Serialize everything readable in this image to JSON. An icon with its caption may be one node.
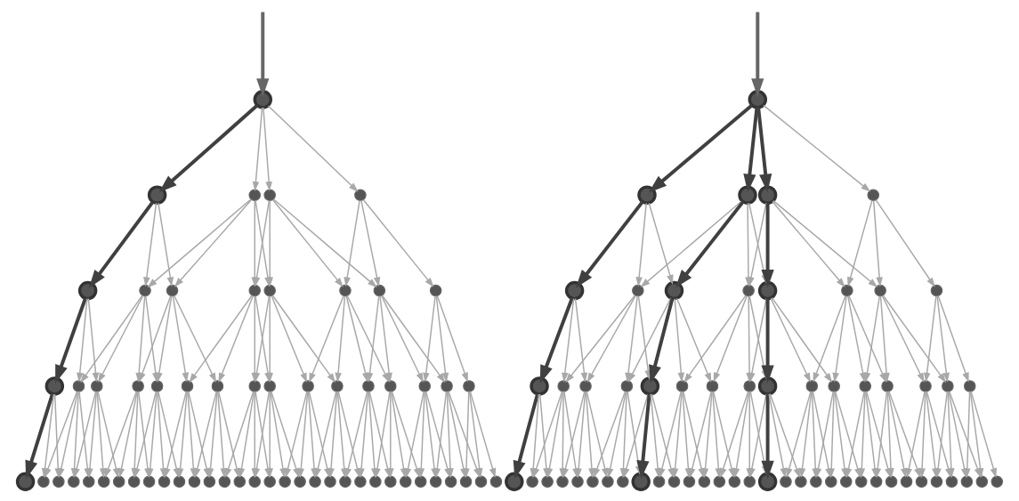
{
  "diagram": {
    "nodes": [
      {
        "text": [],
        "shape": "circle"
      },
      {
        "text": [],
        "shape": "circle"
      },
      {
        "text": [],
        "shape": "circle"
      },
      {
        "text": [],
        "shape": "circle"
      },
      {
        "text": [],
        "shape": "circle"
      },
      {
        "text": [],
        "shape": "circle"
      },
      {
        "text": [],
        "shape": "circle"
      },
      {
        "text": [],
        "shape": "circle"
      },
      {
        "text": [],
        "shape": "circle"
      },
      {
        "text": [],
        "shape": "circle"
      },
      {
        "text": [],
        "shape": "circle"
      },
      {
        "text": [],
        "shape": "circle"
      },
      {
        "text": [],
        "shape": "circle"
      },
      {
        "text": [],
        "shape": "circle"
      },
      {
        "text": [],
        "shape": "circle"
      },
      {
        "text": [],
        "shape": "circle"
      },
      {
        "text": [],
        "shape": "circle"
      },
      {
        "text": [],
        "shape": "circle"
      },
      {
        "text": [],
        "shape": "circle"
      },
      {
        "text": [],
        "shape": "circle"
      },
      {
        "text": [],
        "shape": "circle"
      },
      {
        "text": [],
        "shape": "circle"
      },
      {
        "text": [],
        "shape": "circle"
      },
      {
        "text": [],
        "shape": "circle"
      },
      {
        "text": [],
        "shape": "circle"
      },
      {
        "text": [],
        "shape": "circle"
      },
      {
        "text": [],
        "shape": "circle"
      },
      {
        "text": [],
        "shape": "circle"
      },
      {
        "text": [],
        "shape": "circle"
      },
      {
        "text": [],
        "shape": "circle"
      },
      {
        "text": [],
        "shape": "circle"
      },
      {
        "text": [],
        "shape": "circle"
      },
      {
        "text": [],
        "shape": "circle"
      },
      {
        "text": [],
        "shape": "circle"
      },
      {
        "text": [],
        "shape": "circle"
      },
      {
        "text": [],
        "shape": "circle"
      },
      {
        "text": [],
        "shape": "circle"
      },
      {
        "text": [],
        "shape": "circle"
      },
      {
        "text": [],
        "shape": "circle"
      },
      {
        "text": [],
        "shape": "circle"
      },
      {
        "text": [],
        "shape": "circle"
      },
      {
        "text": [],
        "shape": "circle"
      },
      {
        "text": [],
        "shape": "circle"
      },
      {
        "text": [],
        "shape": "circle"
      },
      {
        "text": [],
        "shape": "circle"
      },
      {
        "text": [],
        "shape": "circle"
      },
      {
        "text": [],
        "shape": "circle"
      },
      {
        "text": [],
        "shape": "circle"
      },
      {
        "text": [],
        "shape": "circle"
      },
      {
        "text": [],
        "shape": "circle"
      },
      {
        "text": [],
        "shape": "circle"
      },
      {
        "text": [],
        "shape": "circle"
      },
      {
        "text": [],
        "shape": "circle"
      },
      {
        "text": [],
        "shape": "circle"
      },
      {
        "text": [],
        "shape": "circle"
      },
      {
        "text": [],
        "shape": "circle"
      },
      {
        "text": [],
        "shape": "circle"
      },
      {
        "text": [],
        "shape": "circle"
      },
      {
        "text": [],
        "shape": "circle"
      },
      {
        "text": [],
        "shape": "circle"
      },
      {
        "text": [],
        "shape": "circle"
      },
      {
        "text": [],
        "shape": "circle"
      },
      {
        "text": [],
        "shape": "circle"
      },
      {
        "text": [],
        "shape": "circle"
      },
      {
        "text": [],
        "shape": "circle"
      },
      {
        "text": [],
        "shape": "circle"
      },
      {
        "text": [],
        "shape": "circle"
      },
      {
        "text": [],
        "shape": "circle"
      },
      {
        "text": [],
        "shape": "circle"
      },
      {
        "text": [],
        "shape": "circle"
      },
      {
        "text": [],
        "shape": "circle"
      },
      {
        "text": [],
        "shape": "circle"
      },
      {
        "text": [],
        "shape": "circle"
      },
      {
        "text": [],
        "shape": "circle"
      },
      {
        "text": [],
        "shape": "circle"
      },
      {
        "text": [],
        "shape": "circle"
      },
      {
        "text": [],
        "shape": "circle"
      },
      {
        "text": [],
        "shape": "circle"
      },
      {
        "text": [],
        "shape": "circle"
      },
      {
        "text": [],
        "shape": "circle"
      },
      {
        "text": [],
        "shape": "circle"
      },
      {
        "text": [],
        "shape": "circle"
      },
      {
        "text": [],
        "shape": "circle"
      },
      {
        "text": [],
        "shape": "circle"
      },
      {
        "text": [],
        "shape": "circle"
      },
      {
        "text": [],
        "shape": "circle"
      },
      {
        "text": [],
        "shape": "circle"
      },
      {
        "text": [],
        "shape": "circle"
      },
      {
        "text": [],
        "shape": "circle"
      },
      {
        "text": [],
        "shape": "circle"
      },
      {
        "text": [],
        "shape": "circle"
      },
      {
        "text": [],
        "shape": "circle"
      },
      {
        "text": [],
        "shape": "circle"
      },
      {
        "text": [],
        "shape": "circle"
      },
      {
        "text": [],
        "shape": "circle"
      },
      {
        "text": [],
        "shape": "circle"
      },
      {
        "text": [],
        "shape": "circle"
      },
      {
        "text": [],
        "shape": "circle"
      },
      {
        "text": [],
        "shape": "circle"
      },
      {
        "text": [],
        "shape": "circle"
      },
      {
        "text": [],
        "shape": "circle"
      },
      {
        "text": [],
        "shape": "circle"
      },
      {
        "text": [],
        "shape": "circle"
      },
      {
        "text": [],
        "shape": "circle"
      },
      {
        "text": [],
        "shape": "circle"
      },
      {
        "text": [],
        "shape": "circle"
      },
      {
        "text": [],
        "shape": "circle"
      },
      {
        "text": [],
        "shape": "circle"
      },
      {
        "text": [],
        "shape": "circle"
      },
      {
        "text": [],
        "shape": "circle"
      },
      {
        "text": [],
        "shape": "circle"
      },
      {
        "text": [],
        "shape": "circle"
      },
      {
        "text": [],
        "shape": "circle"
      },
      {
        "text": [],
        "shape": "circle"
      },
      {
        "text": [],
        "shape": "circle"
      },
      {
        "text": [],
        "shape": "circle"
      },
      {
        "text": [],
        "shape": "circle"
      },
      {
        "text": [],
        "shape": "circle"
      },
      {
        "text": [],
        "shape": "circle"
      },
      {
        "text": [],
        "shape": "circle"
      },
      {
        "text": [],
        "shape": "circle"
      },
      {
        "text": [],
        "shape": "circle"
      }
    ],
    "edges": [
      {
        "from": null,
        "to": 0,
        "arrow": "to",
        "style": "thick",
        "color": "#666666"
      },
      {
        "from": 0,
        "to": 1,
        "arrow": "to",
        "style": "thick",
        "color": "#404040"
      },
      {
        "from": 0,
        "to": 2,
        "arrow": "to"
      },
      {
        "from": 0,
        "to": 3,
        "arrow": "to"
      },
      {
        "from": 0,
        "to": 4,
        "arrow": "to"
      },
      {
        "from": 1,
        "to": 5,
        "arrow": "to",
        "style": "thick",
        "color": "#404040"
      },
      {
        "from": 1,
        "to": 6,
        "arrow": "to"
      },
      {
        "from": 2,
        "to": 6,
        "arrow": "to"
      },
      {
        "from": 2,
        "to": 7,
        "arrow": "to"
      },
      {
        "from": 1,
        "to": 7,
        "arrow": "to"
      },
      {
        "from": 2,
        "to": 8,
        "arrow": "to"
      },
      {
        "from": 3,
        "to": 8,
        "arrow": "to"
      },
      {
        "from": 3,
        "to": 9,
        "arrow": "to"
      },
      {
        "from": 2,
        "to": 9,
        "arrow": "to"
      },
      {
        "from": 3,
        "to": 10,
        "arrow": "to"
      },
      {
        "from": 4,
        "to": 10,
        "arrow": "to"
      },
      {
        "from": 4,
        "to": 11,
        "arrow": "to"
      },
      {
        "from": 3,
        "to": 11,
        "arrow": "to"
      },
      {
        "from": 4,
        "to": 12,
        "arrow": "to"
      },
      {
        "from": 5,
        "to": 13,
        "arrow": "to",
        "style": "thick",
        "color": "#404040"
      },
      {
        "from": 5,
        "to": 14,
        "arrow": "to"
      },
      {
        "from": 6,
        "to": 14,
        "arrow": "to"
      },
      {
        "from": 6,
        "to": 15,
        "arrow": "to"
      },
      {
        "from": 5,
        "to": 15,
        "arrow": "to"
      },
      {
        "from": 6,
        "to": 16,
        "arrow": "to"
      },
      {
        "from": 7,
        "to": 16,
        "arrow": "to"
      },
      {
        "from": 7,
        "to": 17,
        "arrow": "to"
      },
      {
        "from": 6,
        "to": 17,
        "arrow": "to"
      },
      {
        "from": 7,
        "to": 18,
        "arrow": "to"
      },
      {
        "from": 8,
        "to": 18,
        "arrow": "to"
      },
      {
        "from": 8,
        "to": 19,
        "arrow": "to"
      },
      {
        "from": 7,
        "to": 19,
        "arrow": "to"
      },
      {
        "from": 8,
        "to": 20,
        "arrow": "to"
      },
      {
        "from": 9,
        "to": 20,
        "arrow": "to"
      },
      {
        "from": 9,
        "to": 21,
        "arrow": "to"
      },
      {
        "from": 8,
        "to": 21,
        "arrow": "to"
      },
      {
        "from": 9,
        "to": 22,
        "arrow": "to"
      },
      {
        "from": 10,
        "to": 22,
        "arrow": "to"
      },
      {
        "from": 10,
        "to": 23,
        "arrow": "to"
      },
      {
        "from": 9,
        "to": 23,
        "arrow": "to"
      },
      {
        "from": 10,
        "to": 24,
        "arrow": "to"
      },
      {
        "from": 11,
        "to": 24,
        "arrow": "to"
      },
      {
        "from": 11,
        "to": 25,
        "arrow": "to"
      },
      {
        "from": 10,
        "to": 25,
        "arrow": "to"
      },
      {
        "from": 11,
        "to": 26,
        "arrow": "to"
      },
      {
        "from": 12,
        "to": 26,
        "arrow": "to"
      },
      {
        "from": 12,
        "to": 27,
        "arrow": "to"
      },
      {
        "from": 11,
        "to": 27,
        "arrow": "to"
      },
      {
        "from": 12,
        "to": 28,
        "arrow": "to"
      },
      {
        "from": 13,
        "to": 29,
        "arrow": "to",
        "style": "thick",
        "color": "#404040"
      },
      {
        "from": 13,
        "to": 30,
        "arrow": "to"
      },
      {
        "from": 14,
        "to": 30,
        "arrow": "to"
      },
      {
        "from": 14,
        "to": 31,
        "arrow": "to"
      },
      {
        "from": 13,
        "to": 31,
        "arrow": "to"
      },
      {
        "from": 14,
        "to": 32,
        "arrow": "to"
      },
      {
        "from": 15,
        "to": 32,
        "arrow": "to"
      },
      {
        "from": 15,
        "to": 33,
        "arrow": "to"
      },
      {
        "from": 14,
        "to": 33,
        "arrow": "to"
      },
      {
        "from": 15,
        "to": 34,
        "arrow": "to"
      },
      {
        "from": 16,
        "to": 34,
        "arrow": "to"
      },
      {
        "from": 16,
        "to": 35,
        "arrow": "to"
      },
      {
        "from": 15,
        "to": 35,
        "arrow": "to"
      },
      {
        "from": 16,
        "to": 36,
        "arrow": "to"
      },
      {
        "from": 17,
        "to": 36,
        "arrow": "to"
      },
      {
        "from": 17,
        "to": 37,
        "arrow": "to"
      },
      {
        "from": 16,
        "to": 37,
        "arrow": "to"
      },
      {
        "from": 17,
        "to": 38,
        "arrow": "to"
      },
      {
        "from": 18,
        "to": 38,
        "arrow": "to"
      },
      {
        "from": 18,
        "to": 39,
        "arrow": "to"
      },
      {
        "from": 17,
        "to": 39,
        "arrow": "to"
      },
      {
        "from": 18,
        "to": 40,
        "arrow": "to"
      },
      {
        "from": 19,
        "to": 40,
        "arrow": "to"
      },
      {
        "from": 19,
        "to": 41,
        "arrow": "to"
      },
      {
        "from": 18,
        "to": 41,
        "arrow": "to"
      },
      {
        "from": 19,
        "to": 42,
        "arrow": "to"
      },
      {
        "from": 20,
        "to": 42,
        "arrow": "to"
      },
      {
        "from": 20,
        "to": 43,
        "arrow": "to"
      },
      {
        "from": 19,
        "to": 43,
        "arrow": "to"
      },
      {
        "from": 20,
        "to": 44,
        "arrow": "to"
      },
      {
        "from": 21,
        "to": 44,
        "arrow": "to"
      },
      {
        "from": 21,
        "to": 45,
        "arrow": "to"
      },
      {
        "from": 20,
        "to": 45,
        "arrow": "to"
      },
      {
        "from": 21,
        "to": 46,
        "arrow": "to"
      },
      {
        "from": 22,
        "to": 46,
        "arrow": "to"
      },
      {
        "from": 22,
        "to": 47,
        "arrow": "to"
      },
      {
        "from": 21,
        "to": 47,
        "arrow": "to"
      },
      {
        "from": 22,
        "to": 48,
        "arrow": "to"
      },
      {
        "from": 23,
        "to": 48,
        "arrow": "to"
      },
      {
        "from": 23,
        "to": 49,
        "arrow": "to"
      },
      {
        "from": 22,
        "to": 49,
        "arrow": "to"
      },
      {
        "from": 23,
        "to": 50,
        "arrow": "to"
      },
      {
        "from": 24,
        "to": 50,
        "arrow": "to"
      },
      {
        "from": 24,
        "to": 51,
        "arrow": "to"
      },
      {
        "from": 23,
        "to": 51,
        "arrow": "to"
      },
      {
        "from": 24,
        "to": 52,
        "arrow": "to"
      },
      {
        "from": 25,
        "to": 52,
        "arrow": "to"
      },
      {
        "from": 25,
        "to": 53,
        "arrow": "to"
      },
      {
        "from": 24,
        "to": 53,
        "arrow": "to"
      },
      {
        "from": 25,
        "to": 54,
        "arrow": "to"
      },
      {
        "from": 26,
        "to": 54,
        "arrow": "to"
      },
      {
        "from": 26,
        "to": 55,
        "arrow": "to"
      },
      {
        "from": 25,
        "to": 55,
        "arrow": "to"
      },
      {
        "from": 26,
        "to": 56,
        "arrow": "to"
      },
      {
        "from": 27,
        "to": 56,
        "arrow": "to"
      },
      {
        "from": 27,
        "to": 57,
        "arrow": "to"
      },
      {
        "from": 26,
        "to": 57,
        "arrow": "to"
      },
      {
        "from": 27,
        "to": 58,
        "arrow": "to"
      },
      {
        "from": 28,
        "to": 58,
        "arrow": "to"
      },
      {
        "from": 28,
        "to": 59,
        "arrow": "to"
      },
      {
        "from": 27,
        "to": 59,
        "arrow": "to"
      },
      {
        "from": 28,
        "to": 60,
        "arrow": "to"
      },
      {
        "from": null,
        "to": 61,
        "arrow": "to",
        "style": "thick",
        "color": "#666666"
      },
      {
        "from": 61,
        "to": 62,
        "arrow": "to",
        "style": "thick",
        "color": "#404040"
      },
      {
        "from": 61,
        "to": 63,
        "arrow": "to",
        "style": "thick",
        "color": "#404040"
      },
      {
        "from": 61,
        "to": 64,
        "arrow": "to",
        "style": "thick",
        "color": "#404040"
      },
      {
        "from": 61,
        "to": 65,
        "arrow": "to"
      },
      {
        "from": 62,
        "to": 66,
        "arrow": "to",
        "style": "thick",
        "color": "#404040"
      },
      {
        "from": 62,
        "to": 67,
        "arrow": "to"
      },
      {
        "from": 63,
        "to": 67,
        "arrow": "to"
      },
      {
        "from": 63,
        "to": 68,
        "arrow": "to",
        "style": "thick",
        "color": "#404040"
      },
      {
        "from": 62,
        "to": 68,
        "arrow": "to"
      },
      {
        "from": 63,
        "to": 69,
        "arrow": "to"
      },
      {
        "from": 64,
        "to": 69,
        "arrow": "to"
      },
      {
        "from": 64,
        "to": 70,
        "arrow": "to",
        "style": "thick",
        "color": "#404040"
      },
      {
        "from": 63,
        "to": 70,
        "arrow": "to"
      },
      {
        "from": 64,
        "to": 71,
        "arrow": "to"
      },
      {
        "from": 65,
        "to": 71,
        "arrow": "to"
      },
      {
        "from": 65,
        "to": 72,
        "arrow": "to"
      },
      {
        "from": 64,
        "to": 72,
        "arrow": "to"
      },
      {
        "from": 65,
        "to": 73,
        "arrow": "to"
      },
      {
        "from": 66,
        "to": 74,
        "arrow": "to",
        "style": "thick",
        "color": "#404040"
      },
      {
        "from": 66,
        "to": 75,
        "arrow": "to"
      },
      {
        "from": 67,
        "to": 75,
        "arrow": "to"
      },
      {
        "from": 67,
        "to": 76,
        "arrow": "to"
      },
      {
        "from": 66,
        "to": 76,
        "arrow": "to"
      },
      {
        "from": 67,
        "to": 77,
        "arrow": "to"
      },
      {
        "from": 68,
        "to": 77,
        "arrow": "to"
      },
      {
        "from": 68,
        "to": 78,
        "arrow": "to",
        "style": "thick",
        "color": "#404040"
      },
      {
        "from": 67,
        "to": 78,
        "arrow": "to"
      },
      {
        "from": 68,
        "to": 79,
        "arrow": "to"
      },
      {
        "from": 69,
        "to": 79,
        "arrow": "to"
      },
      {
        "from": 69,
        "to": 80,
        "arrow": "to"
      },
      {
        "from": 68,
        "to": 80,
        "arrow": "to"
      },
      {
        "from": 69,
        "to": 81,
        "arrow": "to"
      },
      {
        "from": 70,
        "to": 81,
        "arrow": "to"
      },
      {
        "from": 70,
        "to": 82,
        "arrow": "to",
        "style": "thick",
        "color": "#404040"
      },
      {
        "from": 69,
        "to": 82,
        "arrow": "to"
      },
      {
        "from": 70,
        "to": 83,
        "arrow": "to"
      },
      {
        "from": 71,
        "to": 83,
        "arrow": "to"
      },
      {
        "from": 71,
        "to": 84,
        "arrow": "to"
      },
      {
        "from": 70,
        "to": 84,
        "arrow": "to"
      },
      {
        "from": 71,
        "to": 85,
        "arrow": "to"
      },
      {
        "from": 72,
        "to": 85,
        "arrow": "to"
      },
      {
        "from": 72,
        "to": 86,
        "arrow": "to"
      },
      {
        "from": 71,
        "to": 86,
        "arrow": "to"
      },
      {
        "from": 72,
        "to": 87,
        "arrow": "to"
      },
      {
        "from": 73,
        "to": 87,
        "arrow": "to"
      },
      {
        "from": 73,
        "to": 88,
        "arrow": "to"
      },
      {
        "from": 72,
        "to": 88,
        "arrow": "to"
      },
      {
        "from": 73,
        "to": 89,
        "arrow": "to"
      },
      {
        "from": 74,
        "to": 90,
        "arrow": "to",
        "style": "thick",
        "color": "#404040"
      },
      {
        "from": 74,
        "to": 91,
        "arrow": "to"
      },
      {
        "from": 75,
        "to": 91,
        "arrow": "to"
      },
      {
        "from": 75,
        "to": 92,
        "arrow": "to"
      },
      {
        "from": 74,
        "to": 92,
        "arrow": "to"
      },
      {
        "from": 75,
        "to": 93,
        "arrow": "to"
      },
      {
        "from": 76,
        "to": 93,
        "arrow": "to"
      },
      {
        "from": 76,
        "to": 94,
        "arrow": "to"
      },
      {
        "from": 75,
        "to": 94,
        "arrow": "to"
      },
      {
        "from": 76,
        "to": 95,
        "arrow": "to"
      },
      {
        "from": 77,
        "to": 95,
        "arrow": "to"
      },
      {
        "from": 77,
        "to": 96,
        "arrow": "to"
      },
      {
        "from": 76,
        "to": 96,
        "arrow": "to"
      },
      {
        "from": 77,
        "to": 97,
        "arrow": "to"
      },
      {
        "from": 78,
        "to": 97,
        "arrow": "to"
      },
      {
        "from": 78,
        "to": 98,
        "arrow": "to",
        "style": "thick",
        "color": "#404040"
      },
      {
        "from": 77,
        "to": 98,
        "arrow": "to"
      },
      {
        "from": 78,
        "to": 99,
        "arrow": "to"
      },
      {
        "from": 79,
        "to": 99,
        "arrow": "to"
      },
      {
        "from": 79,
        "to": 100,
        "arrow": "to"
      },
      {
        "from": 78,
        "to": 100,
        "arrow": "to"
      },
      {
        "from": 79,
        "to": 101,
        "arrow": "to"
      },
      {
        "from": 80,
        "to": 101,
        "arrow": "to"
      },
      {
        "from": 80,
        "to": 102,
        "arrow": "to"
      },
      {
        "from": 79,
        "to": 102,
        "arrow": "to"
      },
      {
        "from": 80,
        "to": 103,
        "arrow": "to"
      },
      {
        "from": 81,
        "to": 103,
        "arrow": "to"
      },
      {
        "from": 81,
        "to": 104,
        "arrow": "to"
      },
      {
        "from": 80,
        "to": 104,
        "arrow": "to"
      },
      {
        "from": 81,
        "to": 105,
        "arrow": "to"
      },
      {
        "from": 82,
        "to": 105,
        "arrow": "to"
      },
      {
        "from": 82,
        "to": 106,
        "arrow": "to",
        "style": "thick",
        "color": "#404040"
      },
      {
        "from": 81,
        "to": 106,
        "arrow": "to"
      },
      {
        "from": 82,
        "to": 107,
        "arrow": "to"
      },
      {
        "from": 83,
        "to": 107,
        "arrow": "to"
      },
      {
        "from": 83,
        "to": 108,
        "arrow": "to"
      },
      {
        "from": 82,
        "to": 108,
        "arrow": "to"
      },
      {
        "from": 83,
        "to": 109,
        "arrow": "to"
      },
      {
        "from": 84,
        "to": 109,
        "arrow": "to"
      },
      {
        "from": 84,
        "to": 110,
        "arrow": "to"
      },
      {
        "from": 83,
        "to": 110,
        "arrow": "to"
      },
      {
        "from": 84,
        "to": 111,
        "arrow": "to"
      },
      {
        "from": 85,
        "to": 111,
        "arrow": "to"
      },
      {
        "from": 85,
        "to": 112,
        "arrow": "to"
      },
      {
        "from": 84,
        "to": 112,
        "arrow": "to"
      },
      {
        "from": 85,
        "to": 113,
        "arrow": "to"
      },
      {
        "from": 86,
        "to": 113,
        "arrow": "to"
      },
      {
        "from": 86,
        "to": 114,
        "arrow": "to"
      },
      {
        "from": 85,
        "to": 114,
        "arrow": "to"
      },
      {
        "from": 86,
        "to": 115,
        "arrow": "to"
      },
      {
        "from": 87,
        "to": 115,
        "arrow": "to"
      },
      {
        "from": 87,
        "to": 116,
        "arrow": "to"
      },
      {
        "from": 86,
        "to": 116,
        "arrow": "to"
      },
      {
        "from": 87,
        "to": 117,
        "arrow": "to"
      },
      {
        "from": 88,
        "to": 117,
        "arrow": "to"
      },
      {
        "from": 88,
        "to": 118,
        "arrow": "to"
      },
      {
        "from": 87,
        "to": 118,
        "arrow": "to"
      },
      {
        "from": 88,
        "to": 119,
        "arrow": "to"
      },
      {
        "from": 89,
        "to": 119,
        "arrow": "to"
      },
      {
        "from": 89,
        "to": 120,
        "arrow": "to"
      },
      {
        "from": 88,
        "to": 120,
        "arrow": "to"
      },
      {
        "from": 89,
        "to": 121,
        "arrow": "to"
      }
    ]
  }
}
